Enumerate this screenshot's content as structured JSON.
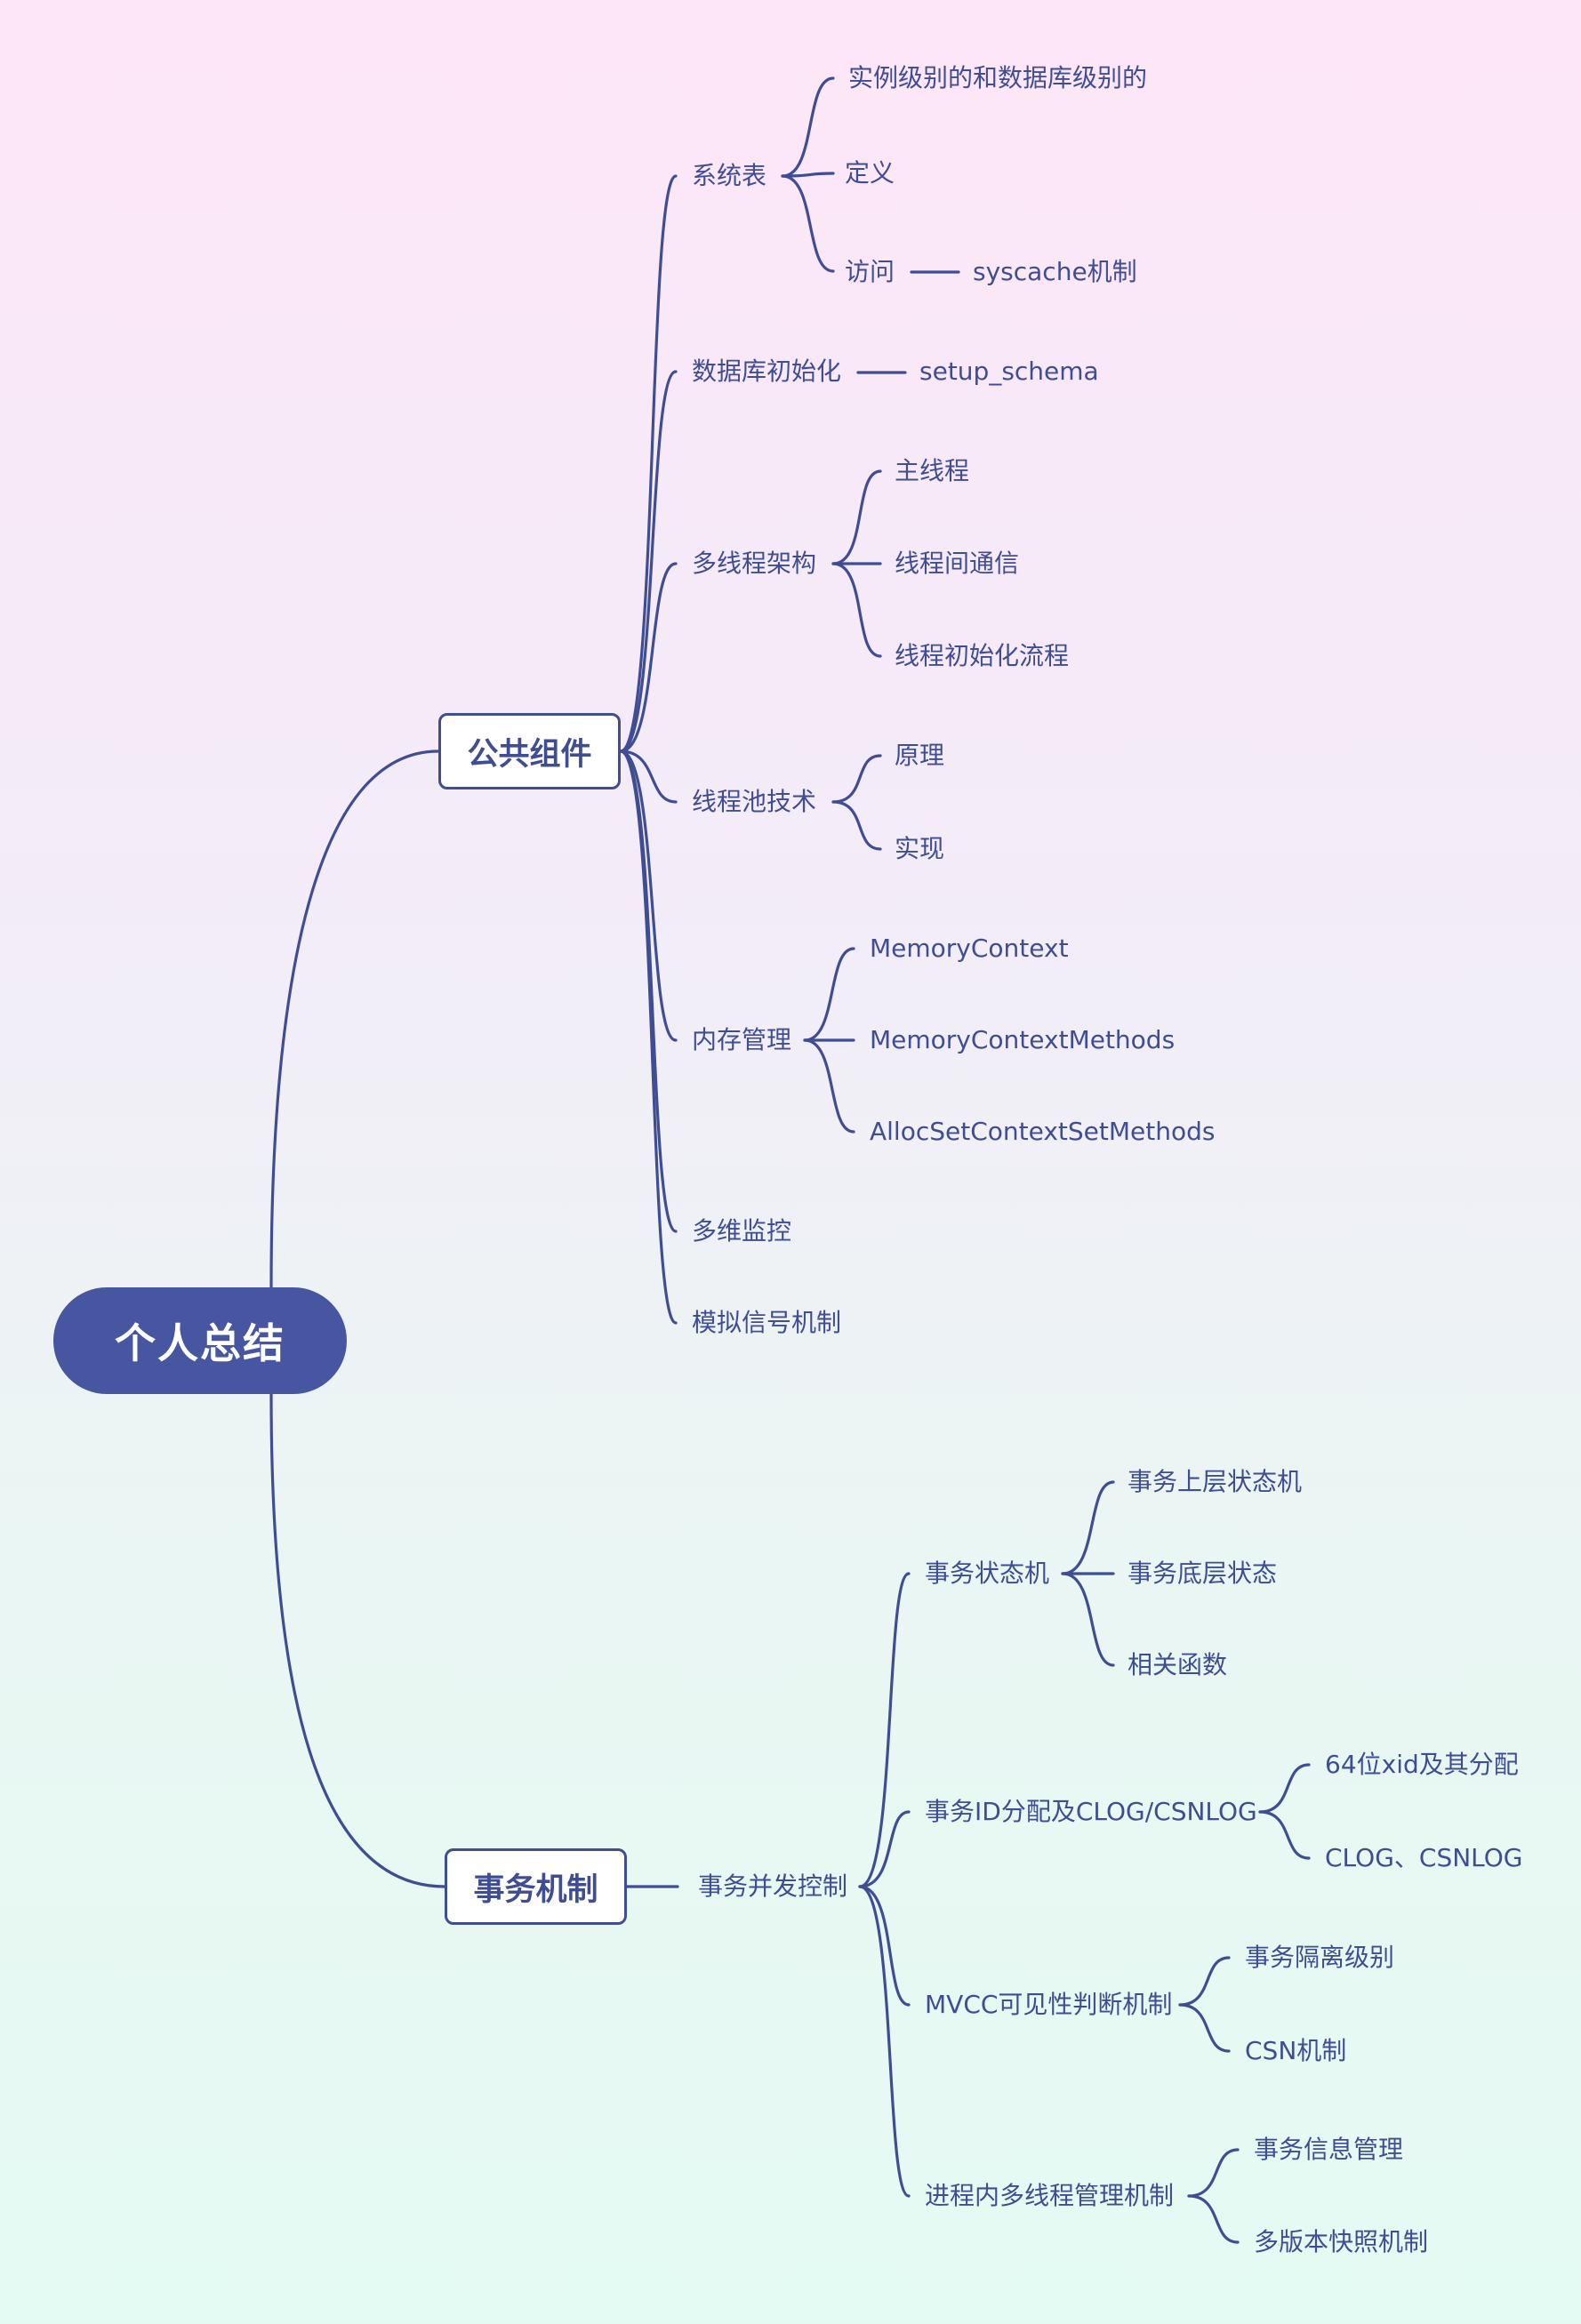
{
  "root": {
    "label": "个人总结"
  },
  "branches": [
    {
      "label": "公共组件",
      "children": [
        {
          "label": "系统表",
          "children": [
            {
              "label": "实例级别的和数据库级别的"
            },
            {
              "label": "定义"
            },
            {
              "label": "访问",
              "children": [
                {
                  "label": "syscache机制"
                }
              ]
            }
          ]
        },
        {
          "label": "数据库初始化",
          "children": [
            {
              "label": "setup_schema"
            }
          ]
        },
        {
          "label": "多线程架构",
          "children": [
            {
              "label": "主线程"
            },
            {
              "label": "线程间通信"
            },
            {
              "label": "线程初始化流程"
            }
          ]
        },
        {
          "label": "线程池技术",
          "children": [
            {
              "label": "原理"
            },
            {
              "label": "实现"
            }
          ]
        },
        {
          "label": "内存管理",
          "children": [
            {
              "label": "MemoryContext"
            },
            {
              "label": "MemoryContextMethods"
            },
            {
              "label": "AllocSetContextSetMethods"
            }
          ]
        },
        {
          "label": "多维监控"
        },
        {
          "label": "模拟信号机制"
        }
      ]
    },
    {
      "label": "事务机制",
      "children": [
        {
          "label": "事务并发控制",
          "children": [
            {
              "label": "事务状态机",
              "children": [
                {
                  "label": "事务上层状态机"
                },
                {
                  "label": "事务底层状态"
                },
                {
                  "label": "相关函数"
                }
              ]
            },
            {
              "label": "事务ID分配及CLOG/CSNLOG",
              "children": [
                {
                  "label": "64位xid及其分配"
                },
                {
                  "label": "CLOG、CSNLOG"
                }
              ]
            },
            {
              "label": "MVCC可见性判断机制",
              "children": [
                {
                  "label": "事务隔离级别"
                },
                {
                  "label": "CSN机制"
                }
              ]
            },
            {
              "label": "进程内多线程管理机制",
              "children": [
                {
                  "label": "事务信息管理"
                },
                {
                  "label": "多版本快照机制"
                }
              ]
            }
          ]
        }
      ]
    }
  ]
}
